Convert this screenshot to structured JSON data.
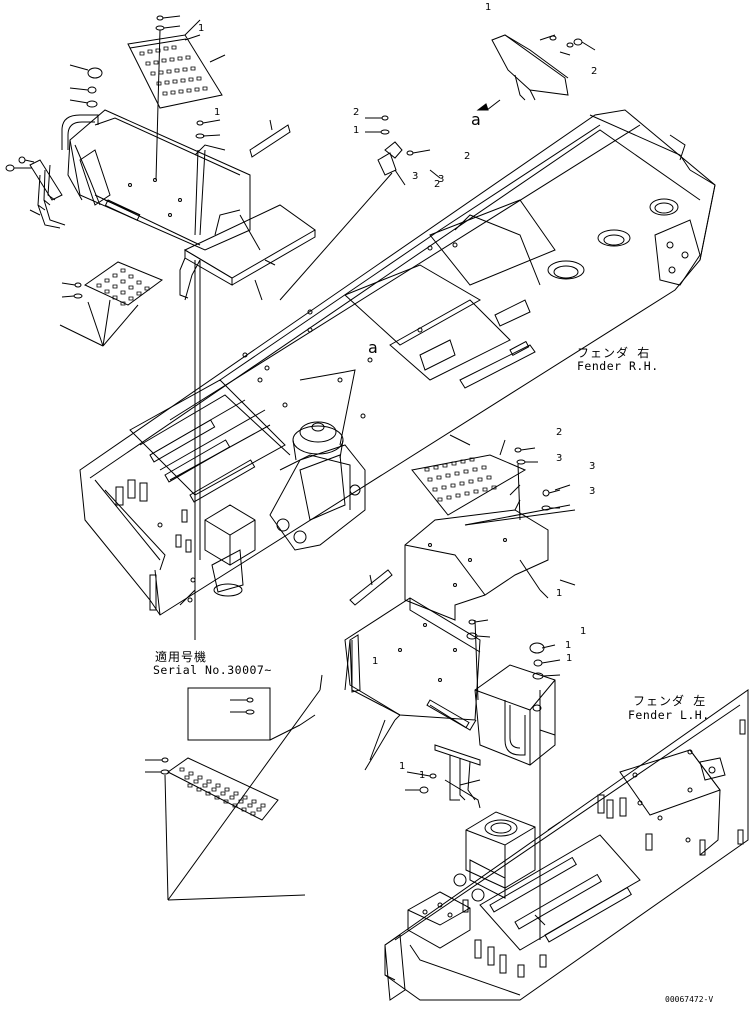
{
  "callouts": {
    "fender_rh_jp": "フェンダ 右",
    "fender_rh_en": "Fender R.H.",
    "fender_lh_jp": "フェンダ 左",
    "fender_lh_en": "Fender L.H.",
    "serial_jp": "適用号機",
    "serial_en": "Serial No.30007~",
    "marker_a": "a",
    "drawing_code": "00067472-V"
  },
  "part_numbers": [
    "1",
    "2",
    "3",
    "1",
    "2",
    "3",
    "3",
    "1",
    "2",
    "3",
    "1",
    "2",
    "1",
    "1",
    "1",
    "1",
    "2",
    "3",
    "1",
    "1",
    "1"
  ]
}
